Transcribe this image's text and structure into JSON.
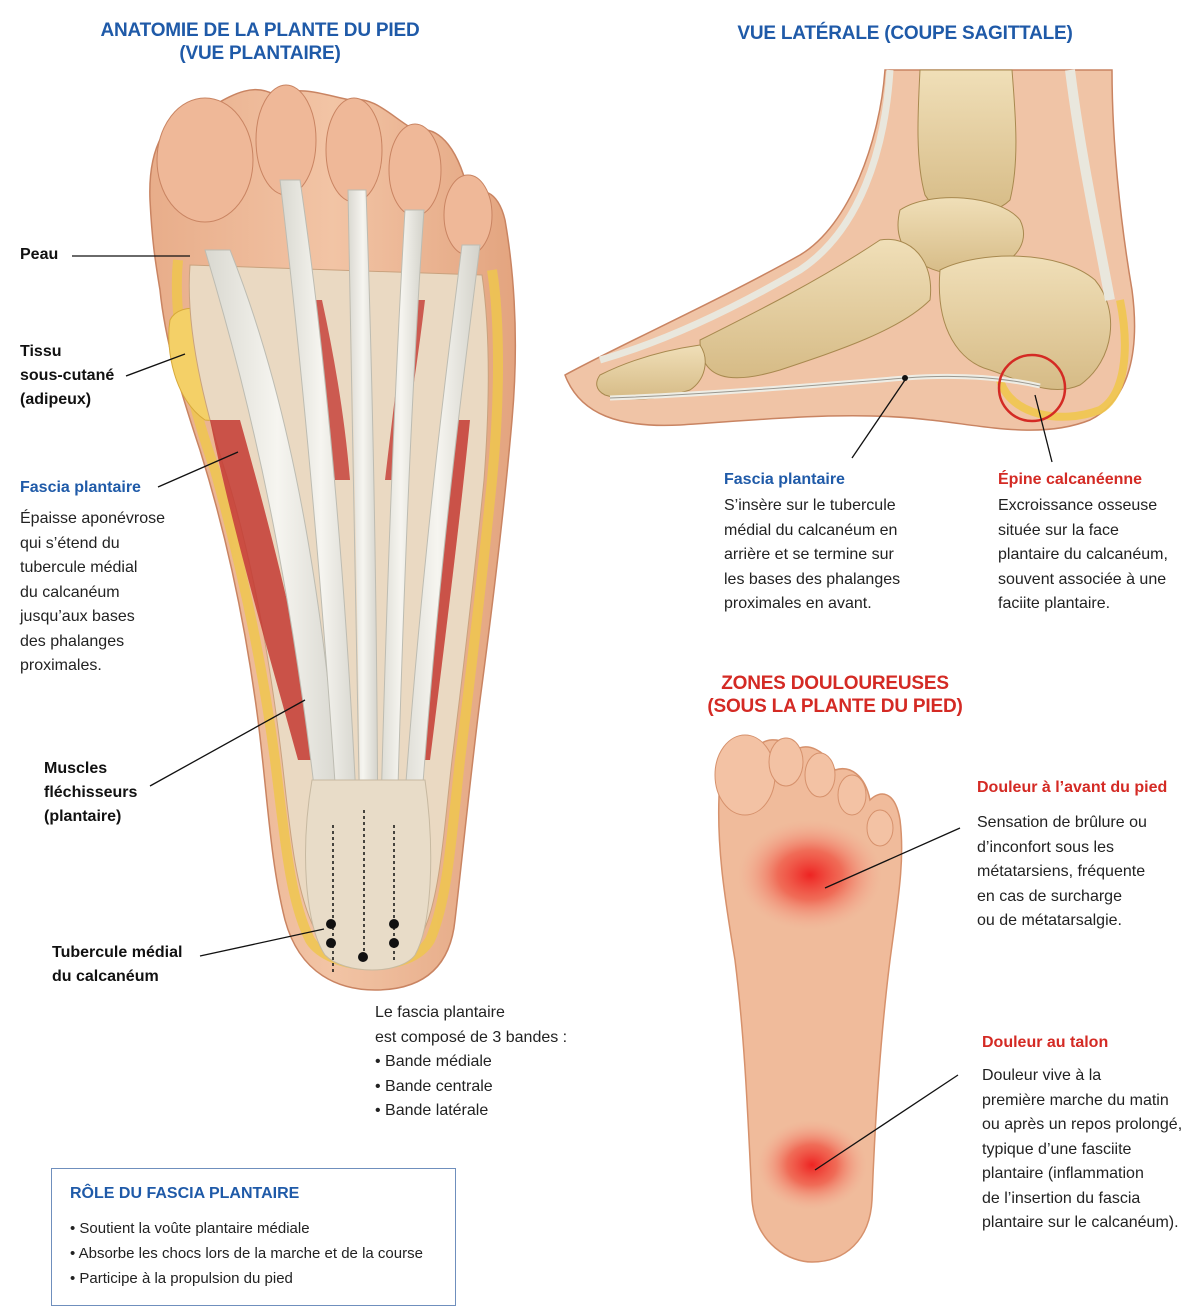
{
  "titles": {
    "plantar_1": "ANATOMIE DE LA PLANTE DU PIED",
    "plantar_2": "(VUE PLANTAIRE)",
    "lateral": "VUE LATÉRALE (COUPE SAGITTALE)",
    "zones_1": "ZONES DOULOUREUSES",
    "zones_2": "(SOUS LA PLANTE DU PIED)"
  },
  "labels": {
    "peau": "Peau",
    "tissu": [
      "Tissu",
      "sous-cutané",
      "(adipeux)"
    ],
    "fascia_left_title": "Fascia plantaire",
    "fascia_left_desc": [
      "Épaisse aponévrose",
      "qui s’étend du",
      "tubercule médial",
      "du calcanéum",
      "jusqu’aux bases",
      "des phalanges",
      "proximales."
    ],
    "muscles": [
      "Muscles",
      "fléchisseurs",
      "(plantaire)"
    ],
    "tubercule": [
      "Tubercule médial",
      "du calcanéum"
    ],
    "bandes_intro": [
      "Le fascia plantaire",
      "est composé de 3 bandes :"
    ],
    "bandes": [
      "• Bande médiale",
      "• Bande centrale",
      "• Bande latérale"
    ],
    "fascia_right_title": "Fascia plantaire",
    "fascia_right_desc": [
      "S’insère sur le tubercule",
      "médial du calcanéum en",
      "arrière et se termine sur",
      "les bases des phalanges",
      "proximales en avant."
    ],
    "epine_title": "Épine calcanéenne",
    "epine_desc": [
      "Excroissance osseuse",
      "située sur la face",
      "plantaire du calcanéum,",
      "souvent associée à une",
      "faciite plantaire."
    ],
    "avant_title": "Douleur à l’avant du pied",
    "avant_desc": [
      "Sensation de brûlure ou",
      "d’inconfort sous les",
      "métatarsiens, fréquente",
      "en cas de surcharge",
      "ou de métatarsalgie."
    ],
    "talon_title": "Douleur au talon",
    "talon_desc": [
      "Douleur vive à la",
      "première marche du matin",
      "ou après un repos prolongé,",
      "typique d’une fasciite",
      "plantaire (inflammation",
      "de l’insertion du fascia",
      "plantaire sur le calcanéum)."
    ]
  },
  "role_box": {
    "title": "RÔLE DU FASCIA PLANTAIRE",
    "items": [
      "• Soutient la voûte plantaire médiale",
      "• Absorbe les chocs lors de la marche et de la course",
      "• Participe à la propulsion du pied"
    ]
  },
  "colors": {
    "title_blue": "#1f5aa8",
    "title_red": "#d42a24",
    "skin": "#e9b592",
    "skin_dark": "#d8916d",
    "fat": "#f3cf6a",
    "tendon": "#ecebe4",
    "muscle": "#c43a33",
    "bone": "#e8d3a6",
    "pain": "#ee2a2a"
  }
}
